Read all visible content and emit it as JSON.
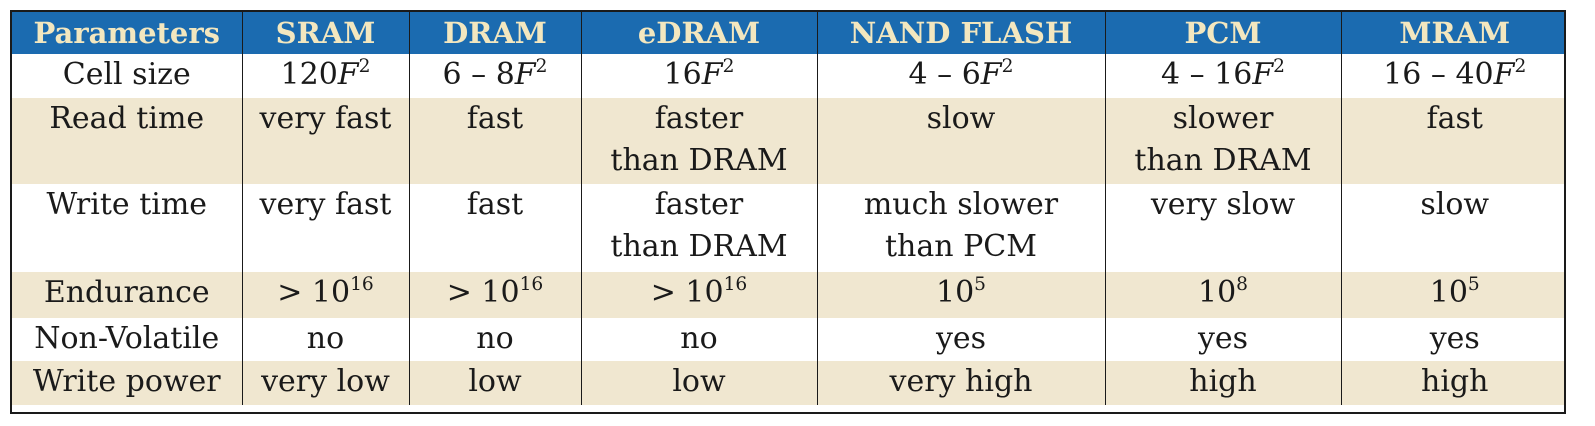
{
  "table": {
    "headers": [
      "Parameters",
      "SRAM",
      "DRAM",
      "eDRAM",
      "NAND FLASH",
      "PCM",
      "MRAM"
    ],
    "rows": [
      {
        "param": "Cell size",
        "cells": [
          {
            "pre": "120",
            "var": "F",
            "sup": "2"
          },
          {
            "pre": "6 – 8",
            "var": "F",
            "sup": "2"
          },
          {
            "pre": "16",
            "var": "F",
            "sup": "2"
          },
          {
            "pre": "4 – 6",
            "var": "F",
            "sup": "2"
          },
          {
            "pre": "4 – 16",
            "var": "F",
            "sup": "2"
          },
          {
            "pre": "16 – 40",
            "var": "F",
            "sup": "2"
          }
        ]
      },
      {
        "param": "Read time",
        "cells": [
          {
            "l1": "very fast",
            "l2": ""
          },
          {
            "l1": "fast",
            "l2": ""
          },
          {
            "l1": "faster",
            "l2": "than DRAM"
          },
          {
            "l1": "slow",
            "l2": ""
          },
          {
            "l1": "slower",
            "l2": "than DRAM"
          },
          {
            "l1": "fast",
            "l2": ""
          }
        ]
      },
      {
        "param": "Write time",
        "cells": [
          {
            "l1": "very fast",
            "l2": ""
          },
          {
            "l1": "fast",
            "l2": ""
          },
          {
            "l1": "faster",
            "l2": "than DRAM"
          },
          {
            "l1": "much slower",
            "l2": "than PCM"
          },
          {
            "l1": "very slow",
            "l2": ""
          },
          {
            "l1": "slow",
            "l2": ""
          }
        ]
      },
      {
        "param": "Endurance",
        "cells": [
          {
            "pre": "> 10",
            "sup": "16"
          },
          {
            "pre": "> 10",
            "sup": "16"
          },
          {
            "pre": "> 10",
            "sup": "16"
          },
          {
            "pre": "10",
            "sup": "5"
          },
          {
            "pre": "10",
            "sup": "8"
          },
          {
            "pre": "10",
            "sup": "5"
          }
        ]
      },
      {
        "param": "Non-Volatile",
        "cells": [
          "no",
          "no",
          "no",
          "yes",
          "yes",
          "yes"
        ]
      },
      {
        "param": "Write power",
        "cells": [
          "very low",
          "low",
          "low",
          "very high",
          "high",
          "high"
        ]
      }
    ]
  },
  "colors": {
    "header_bg": "#1b6bb0",
    "header_text": "#f3e7bf",
    "band": "#f0e7d0"
  }
}
